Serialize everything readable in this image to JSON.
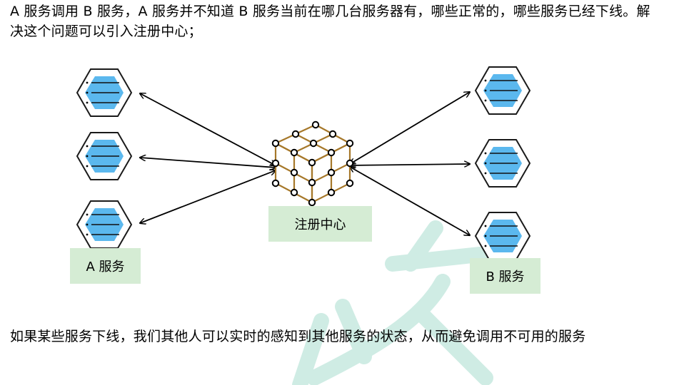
{
  "text": {
    "intro": "A 服务调用 B 服务，A 服务并不知道 B 服务当前在哪几台服务器有，哪些正常的，哪些服务已经下线。解决这个问题可以引入注册中心；",
    "outro": "如果某些服务下线，我们其他人可以实时的感知到其他服务的状态，从而避免调用不可用的服务"
  },
  "labels": {
    "service_a": "A 服务",
    "service_b": "B 服务",
    "registry": "注册中心"
  },
  "colors": {
    "hex_fill": "#5bb8ee",
    "hex_outline": "#1a1a1a",
    "cube_edge": "#a6782a",
    "label_bg": "#d5ecd4",
    "watermark": "#bfe6dc"
  },
  "icons": {
    "service_node": "server-hexagon-icon",
    "registry": "registry-cube-icon"
  }
}
